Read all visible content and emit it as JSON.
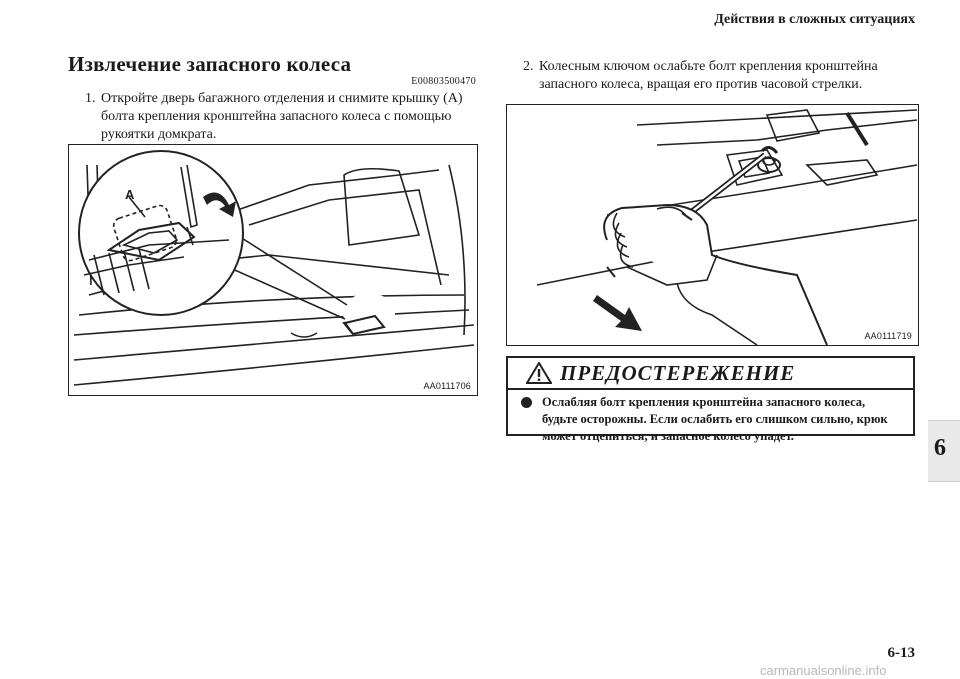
{
  "header": {
    "running_title": "Действия в сложных ситуациях"
  },
  "section": {
    "title": "Извлечение запасного колеса",
    "code": "E00803500470"
  },
  "steps": [
    {
      "number": "1.",
      "text": "Откройте дверь багажного отделения и снимите крышку (A) болта крепления кронштейна запасного колеса с помощью рукоятки домкрата."
    },
    {
      "number": "2.",
      "text": "Колесным ключом ослабьте болт крепления кронштейна запасного колеса, вращая его против часовой стрелки."
    }
  ],
  "figures": [
    {
      "code": "AA0111706",
      "callout_label": "A"
    },
    {
      "code": "AA0111719"
    }
  ],
  "warning": {
    "title": "ПРЕДОСТЕРЕЖЕНИЕ",
    "icon": "warning-triangle-icon",
    "items": [
      "Ослабляя болт крепления кронштейна запасного колеса, будьте осторожны. Если ослабить его слишком сильно, крюк может отцепиться, и запасное колесо упадет."
    ]
  },
  "chapter_tab": "6",
  "page_number": "6-13",
  "watermark": "carmanualsonline.info"
}
